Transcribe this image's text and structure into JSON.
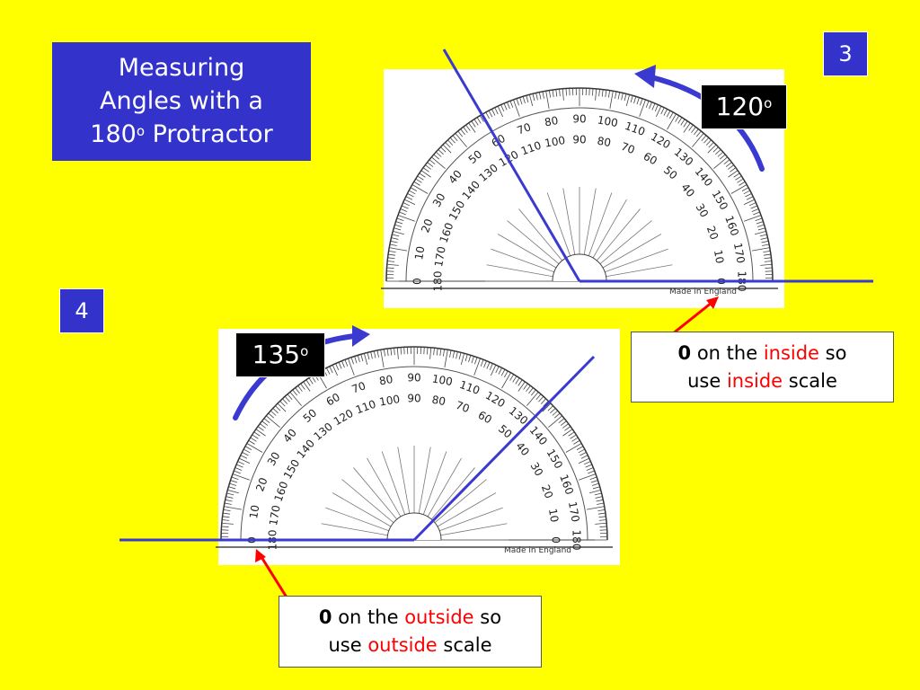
{
  "title": {
    "line1": "Measuring",
    "line2": "Angles with a",
    "line3_num": "180",
    "line3_deg": "o",
    "line3_rest": " Protractor"
  },
  "examples": [
    {
      "number": "3",
      "angle": "120",
      "degree_mark": "o",
      "note": {
        "zero": "0",
        "pre": " on the ",
        "keyword": "inside",
        "mid": " so",
        "use": "use ",
        "keyword2": "inside",
        "post": " scale"
      }
    },
    {
      "number": "4",
      "angle": "135",
      "degree_mark": "o",
      "note": {
        "zero": "0",
        "pre": " on the ",
        "keyword": "outside",
        "mid": " so",
        "use": "use ",
        "keyword2": "outside",
        "post": " scale"
      }
    }
  ],
  "protractor": {
    "outer_scale": [
      "0",
      "10",
      "20",
      "30",
      "40",
      "50",
      "60",
      "70",
      "80",
      "90",
      "100",
      "110",
      "120",
      "130",
      "140",
      "150",
      "160",
      "170",
      "180"
    ],
    "inner_scale": [
      "180",
      "170",
      "160",
      "150",
      "140",
      "130",
      "120",
      "110",
      "100",
      "90",
      "80",
      "70",
      "60",
      "50",
      "40",
      "30",
      "20",
      "10",
      "0"
    ],
    "maker_text": "Made in England"
  },
  "colors": {
    "background": "#FFFF00",
    "box_blue": "#3333CC",
    "line_blue": "#3A3AD0",
    "arrow_red": "#FF0000",
    "label_bg": "#000000"
  }
}
